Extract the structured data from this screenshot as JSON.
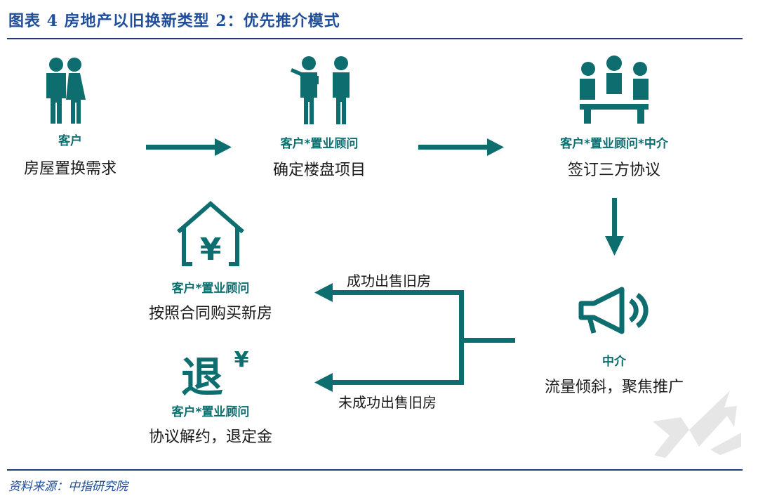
{
  "figure": {
    "title": "图表 4   房地产以旧换新类型 2：优先推介模式",
    "source": "资料来源：中指研究院"
  },
  "nodes": [
    {
      "id": "customer",
      "role": "客户",
      "desc": "房屋置换需求",
      "icon": "couple-icon"
    },
    {
      "id": "consultant",
      "role": "客户*置业顾问",
      "desc": "确定楼盘项目",
      "icon": "two-people-icon"
    },
    {
      "id": "agreement",
      "role": "客户*置业顾问*中介",
      "desc": "签订三方协议",
      "icon": "meeting-icon"
    },
    {
      "id": "agency",
      "role": "中介",
      "desc": "流量倾斜，聚焦推广",
      "icon": "megaphone-icon"
    },
    {
      "id": "buy-new",
      "role": "客户*置业顾问",
      "desc": "按照合同购买新房",
      "icon": "house-yuan-icon"
    },
    {
      "id": "refund",
      "role": "客户*置业顾问",
      "desc": "协议解约，退定金",
      "icon": "refund-icon",
      "icon_text": "退",
      "icon_symbol": "¥"
    }
  ],
  "flow_labels": {
    "sold": "成功出售旧房",
    "not_sold": "未成功出售旧房"
  },
  "house_icon_symbol": "¥",
  "colors": {
    "teal": "#0e6e6f",
    "title_blue": "#1f4e9a",
    "rule": "#1f3a78"
  }
}
